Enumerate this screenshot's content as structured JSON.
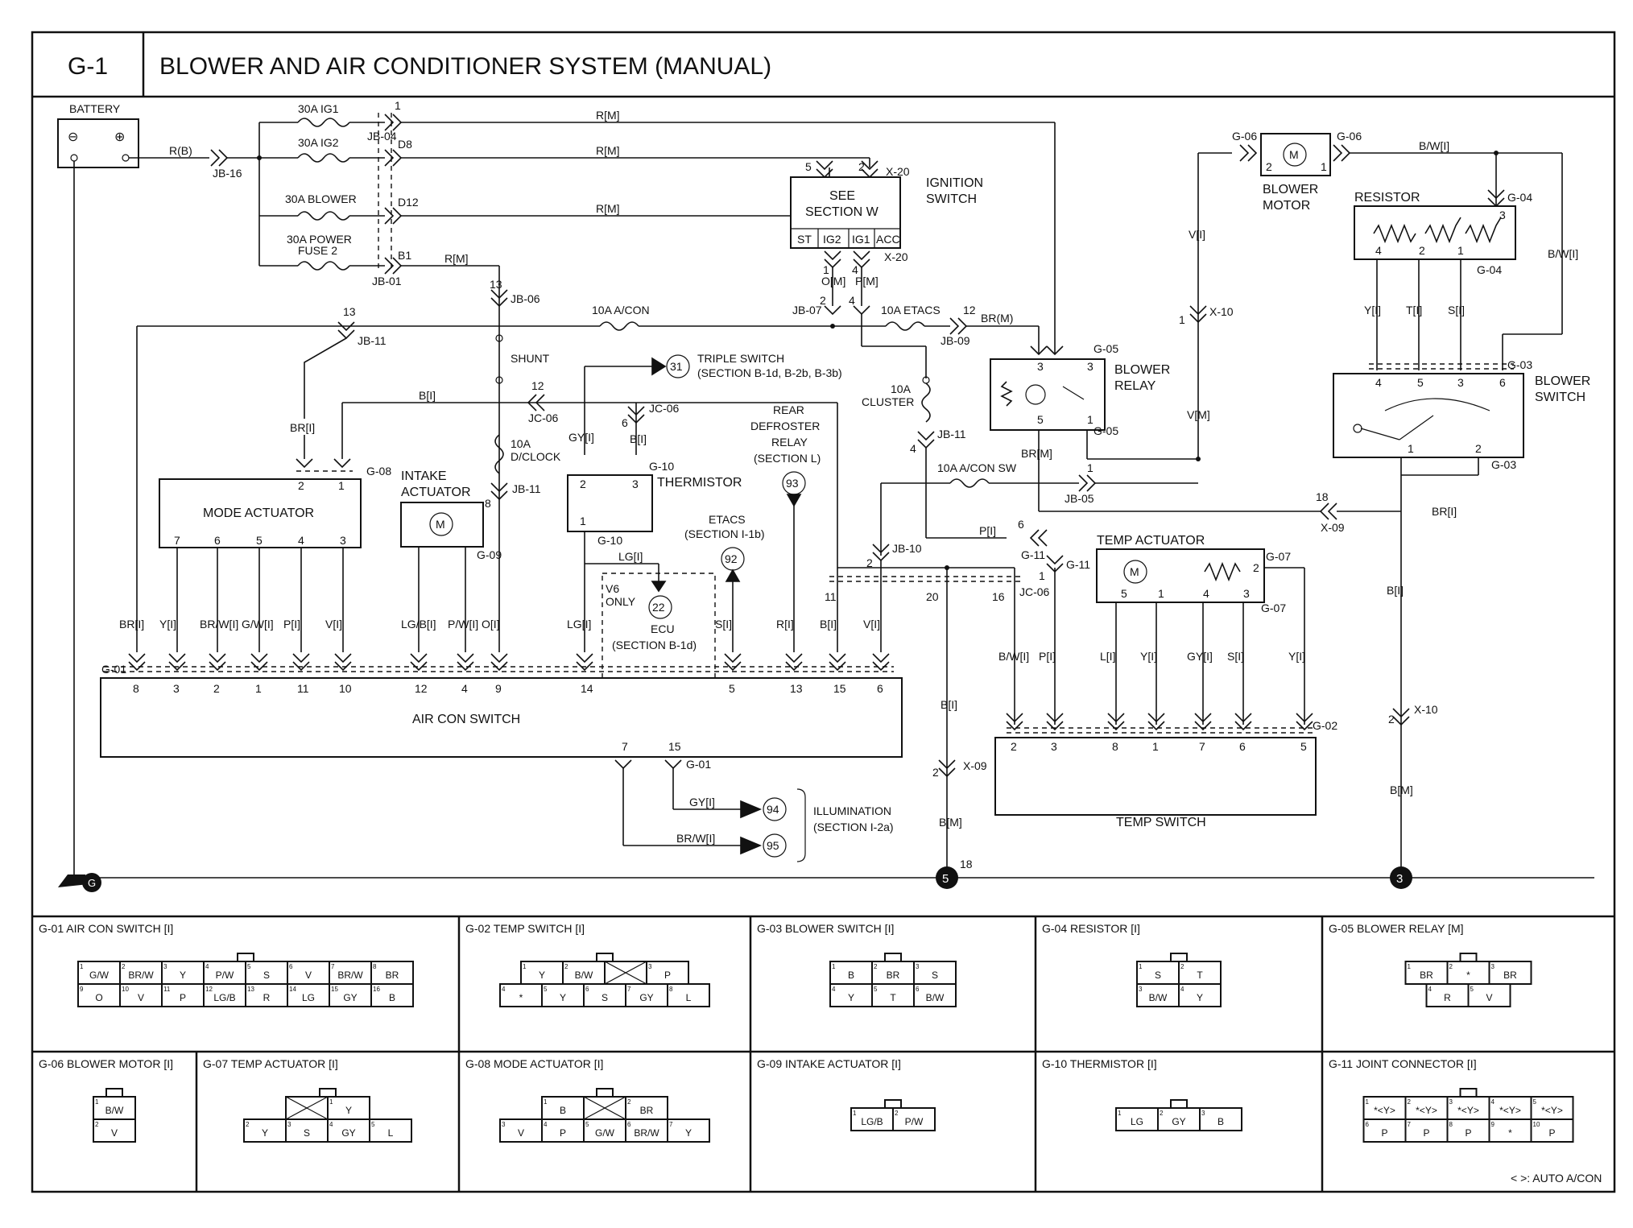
{
  "header": {
    "code": "G-1",
    "title": "BLOWER AND AIR CONDITIONER SYSTEM (MANUAL)"
  },
  "components": {
    "battery": "BATTERY",
    "ignition_switch": [
      "IGNITION",
      "SWITCH"
    ],
    "see_section": [
      "SEE",
      "SECTION W"
    ],
    "ign_terminals": [
      "ST",
      "IG2",
      "IG1",
      "ACC"
    ],
    "blower_motor": [
      "BLOWER",
      "MOTOR"
    ],
    "resistor": "RESISTOR",
    "blower_relay": [
      "BLOWER",
      "RELAY"
    ],
    "blower_switch": [
      "BLOWER",
      "SWITCH"
    ],
    "mode_actuator": "MODE ACTUATOR",
    "intake_actuator": [
      "INTAKE",
      "ACTUATOR"
    ],
    "thermistor": "THERMISTOR",
    "temp_actuator": "TEMP ACTUATOR",
    "air_con_switch": "AIR CON SWITCH",
    "temp_switch": "TEMP SWITCH",
    "shunt": "SHUNT",
    "v6_only": [
      "V6",
      "ONLY"
    ],
    "ecu": [
      "ECU",
      "(SECTION B-1d)"
    ],
    "etacs": [
      "ETACS",
      "(SECTION I-1b)"
    ],
    "rear_defroster": [
      "REAR",
      "DEFROSTER",
      "RELAY",
      "(SECTION L)"
    ],
    "triple_switch": [
      "TRIPLE SWITCH",
      "(SECTION B-1d, B-2b, B-3b)"
    ],
    "illumination": [
      "ILLUMINATION",
      "(SECTION I-2a)"
    ],
    "ground_symbol": "G",
    "motor_symbol": "M"
  },
  "fuses": {
    "ig1": "30A IG1",
    "ig2": "30A IG2",
    "blower": "30A BLOWER",
    "power_fuse": [
      "30A POWER",
      "FUSE 2"
    ],
    "aircon": "10A A/CON",
    "etacs": "10A ETACS",
    "dclock": [
      "10A",
      "D/CLOCK"
    ],
    "cluster": [
      "10A",
      "CLUSTER"
    ],
    "aircon_sw": "10A A/CON SW"
  },
  "junctions": {
    "jb16": "JB-16",
    "jb04": "JB-04",
    "jb01": "JB-01",
    "jb06": "JB-06",
    "jb11a": "JB-11",
    "jb11b": "JB-11",
    "jb11c": "JB-11",
    "jb07": "JB-07",
    "jb09": "JB-09",
    "jb05": "JB-05",
    "jb10": "JB-10",
    "jc06a": "JC-06",
    "jc06b": "JC-06",
    "jc06c": "JC-06",
    "x20a": "X-20",
    "x20b": "X-20",
    "x10a": "X-10",
    "x10b": "X-10",
    "x09a": "X-09",
    "x09b": "X-09",
    "g01a": "G-01",
    "g01b": "G-01",
    "g02": "G-02",
    "g03a": "G-03",
    "g03b": "G-03",
    "g04a": "G-04",
    "g04b": "G-04",
    "g05a": "G-05",
    "g05b": "G-05",
    "g06a": "G-06",
    "g06b": "G-06",
    "g07a": "G-07",
    "g07b": "G-07",
    "g08": "G-08",
    "g09": "G-09",
    "g10a": "G-10",
    "g10b": "G-10",
    "g11a": "G-11",
    "g11b": "G-11",
    "d8": "D8",
    "d12": "D12",
    "b1": "B1"
  },
  "wires": {
    "rb": "R(B)",
    "rm1": "R[M]",
    "rm2": "R[M]",
    "rm3": "R[M]",
    "rm4": "R[M]",
    "om": "O[M]",
    "pm": "P[M]",
    "brm": "BR(M)",
    "brm2": "BR[M]",
    "vm": "V[M]",
    "vi": "V[I]",
    "bwi": "B/W[I]",
    "bwi2": "B/W[I]",
    "yi": "Y[I]",
    "ti": "T[I]",
    "si": "S[I]",
    "bri": "BR[I]",
    "bi": "B[I]",
    "gyi": "GY[I]",
    "bi2": "B[I]",
    "lgi": "LG[I]",
    "pi": "P[I]",
    "bri2": "BR[I]",
    "bi3": "B[I]",
    "bm": "B[M]",
    "bm2": "B[M]",
    "gyi2": "GY[I]",
    "brwi": "BR/W[I]",
    "acs_wires": [
      "BR[I]",
      "Y[I]",
      "BR/W[I]",
      "G/W[I]",
      "P[I]",
      "V[I]",
      "LG/B[I]",
      "P/W[I]",
      "O[I]",
      "LG[I]",
      "S[I]",
      "R[I]",
      "B[I]",
      "V[I]"
    ],
    "ts_wires": [
      "B/W[I]",
      "P[I]",
      "L[I]",
      "Y[I]",
      "GY[I]",
      "S[I]",
      "Y[I]"
    ]
  },
  "pins": {
    "acs": [
      "8",
      "3",
      "2",
      "1",
      "11",
      "10",
      "12",
      "4",
      "9",
      "14",
      "5",
      "13",
      "15",
      "6"
    ],
    "acs_bottom": [
      "7",
      "15"
    ],
    "mode": [
      "7",
      "6",
      "5",
      "4",
      "3"
    ],
    "mode_top": [
      "2",
      "1"
    ],
    "ts": [
      "2",
      "3",
      "8",
      "1",
      "7",
      "6",
      "5"
    ],
    "misc": [
      "1",
      "D8",
      "5",
      "2",
      "1",
      "4",
      "2",
      "4",
      "12",
      "13",
      "13",
      "12",
      "6",
      "8",
      "4",
      "6",
      "1",
      "2",
      "3",
      "4",
      "5",
      "3",
      "1",
      "2",
      "3",
      "8",
      "11",
      "1",
      "20",
      "16",
      "6",
      "8",
      "18",
      "18",
      "2",
      "1",
      "2"
    ]
  },
  "circles": {
    "c31": "31",
    "c92": "92",
    "c93": "93",
    "c22": "22",
    "c94": "94",
    "c95": "95",
    "g5": "5",
    "g3": "3"
  },
  "connectors": [
    {
      "title": "G-01 AIR CON SWITCH [I]",
      "rows": [
        [
          "1 G/W",
          "2 BR/W",
          "3 Y",
          "4 P/W",
          "5 S",
          "6 V",
          "7 BR/W",
          "8 BR"
        ],
        [
          "9 O",
          "10 V",
          "11 P",
          "12 LG/B",
          "13 R",
          "14 LG",
          "15 GY",
          "16 B"
        ]
      ]
    },
    {
      "title": "G-02 TEMP SWITCH [I]",
      "rows": [
        [
          "1 Y",
          "2 B/W",
          "",
          "3 P"
        ],
        [
          "4 *",
          "5 Y",
          "6 S",
          "7 GY",
          "8 L"
        ]
      ]
    },
    {
      "title": "G-03 BLOWER SWITCH [I]",
      "rows": [
        [
          "1 B",
          "2 BR",
          "3 S"
        ],
        [
          "4 Y",
          "5 T",
          "6 B/W"
        ]
      ]
    },
    {
      "title": "G-04 RESISTOR [I]",
      "rows": [
        [
          "1 S",
          "2 T"
        ],
        [
          "3 B/W",
          "4 Y"
        ]
      ]
    },
    {
      "title": "G-05 BLOWER RELAY [M]",
      "rows": [
        [
          "1 BR",
          "2 *",
          "3 BR"
        ],
        [
          "4 R",
          "5 V"
        ]
      ]
    },
    {
      "title": "G-06 BLOWER MOTOR [I]",
      "rows": [
        [
          "1 B/W"
        ],
        [
          "2 V"
        ]
      ]
    },
    {
      "title": "G-07 TEMP ACTUATOR [I]",
      "rows": [
        [
          "",
          "1 Y"
        ],
        [
          "2 Y",
          "3 S",
          "4 GY",
          "5 L"
        ]
      ]
    },
    {
      "title": "G-08 MODE ACTUATOR [I]",
      "rows": [
        [
          "1 B",
          "",
          "2 BR"
        ],
        [
          "3 V",
          "4 P",
          "5 G/W",
          "6 BR/W",
          "7 Y"
        ]
      ]
    },
    {
      "title": "G-09 INTAKE ACTUATOR [I]",
      "rows": [
        [
          "1 LG/B",
          "2 P/W"
        ]
      ]
    },
    {
      "title": "G-10 THERMISTOR [I]",
      "rows": [
        [
          "1 LG",
          "2 GY",
          "3 B"
        ]
      ]
    },
    {
      "title": "G-11 JOINT CONNECTOR [I]",
      "rows": [
        [
          "1 *<Y>",
          "2 *<Y>",
          "3 *<Y>",
          "4 *<Y>",
          "5 *<Y>"
        ],
        [
          "6 P",
          "7 P",
          "8 P",
          "9 *",
          "10 P"
        ]
      ]
    }
  ],
  "footnote": "< >: AUTO A/CON"
}
